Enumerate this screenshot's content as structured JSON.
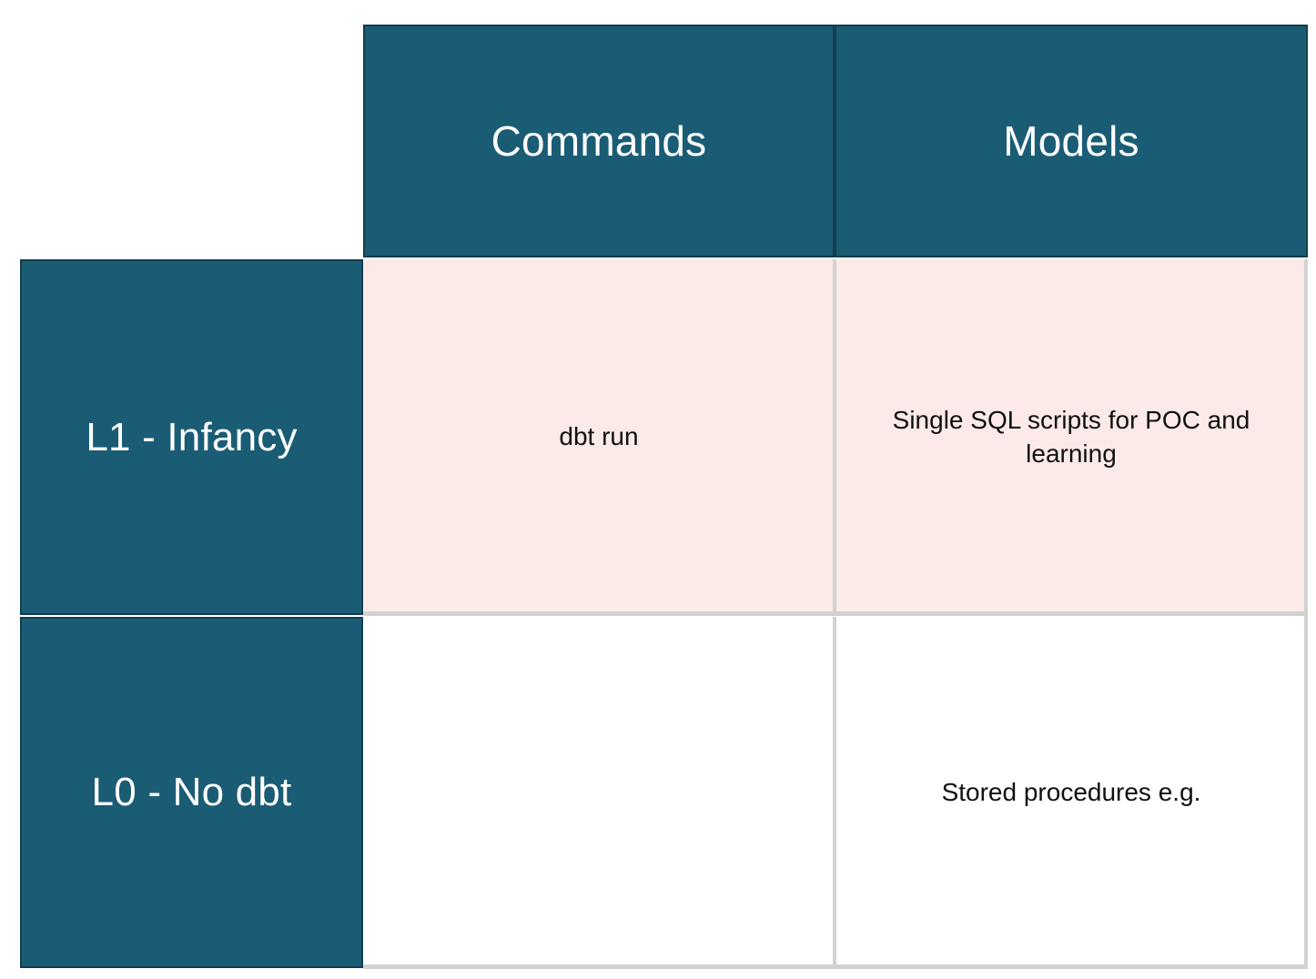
{
  "matrix": {
    "corner_label": "",
    "column_headers": [
      {
        "id": "commands",
        "label": "Commands"
      },
      {
        "id": "models",
        "label": "Models"
      }
    ],
    "rows": [
      {
        "id": "l1-infancy",
        "header": "L1 - Infancy",
        "cells": [
          {
            "column": "commands",
            "text": "dbt run"
          },
          {
            "column": "models",
            "text": "Single SQL scripts for POC and learning"
          }
        ]
      },
      {
        "id": "l0-no-dbt",
        "header": "L0 - No dbt",
        "cells": [
          {
            "column": "commands",
            "text": ""
          },
          {
            "column": "models",
            "text": "Stored procedures e.g."
          }
        ]
      }
    ]
  },
  "colors": {
    "header_fill": "#1b5c75",
    "header_border": "#133d4e",
    "header_text": "#ffffff",
    "row_tint": "#fbeae7",
    "row_plain": "#ffffff",
    "grid_rule": "#d2d2d2",
    "body_text": "#101010",
    "page_background": "#ffffff"
  }
}
